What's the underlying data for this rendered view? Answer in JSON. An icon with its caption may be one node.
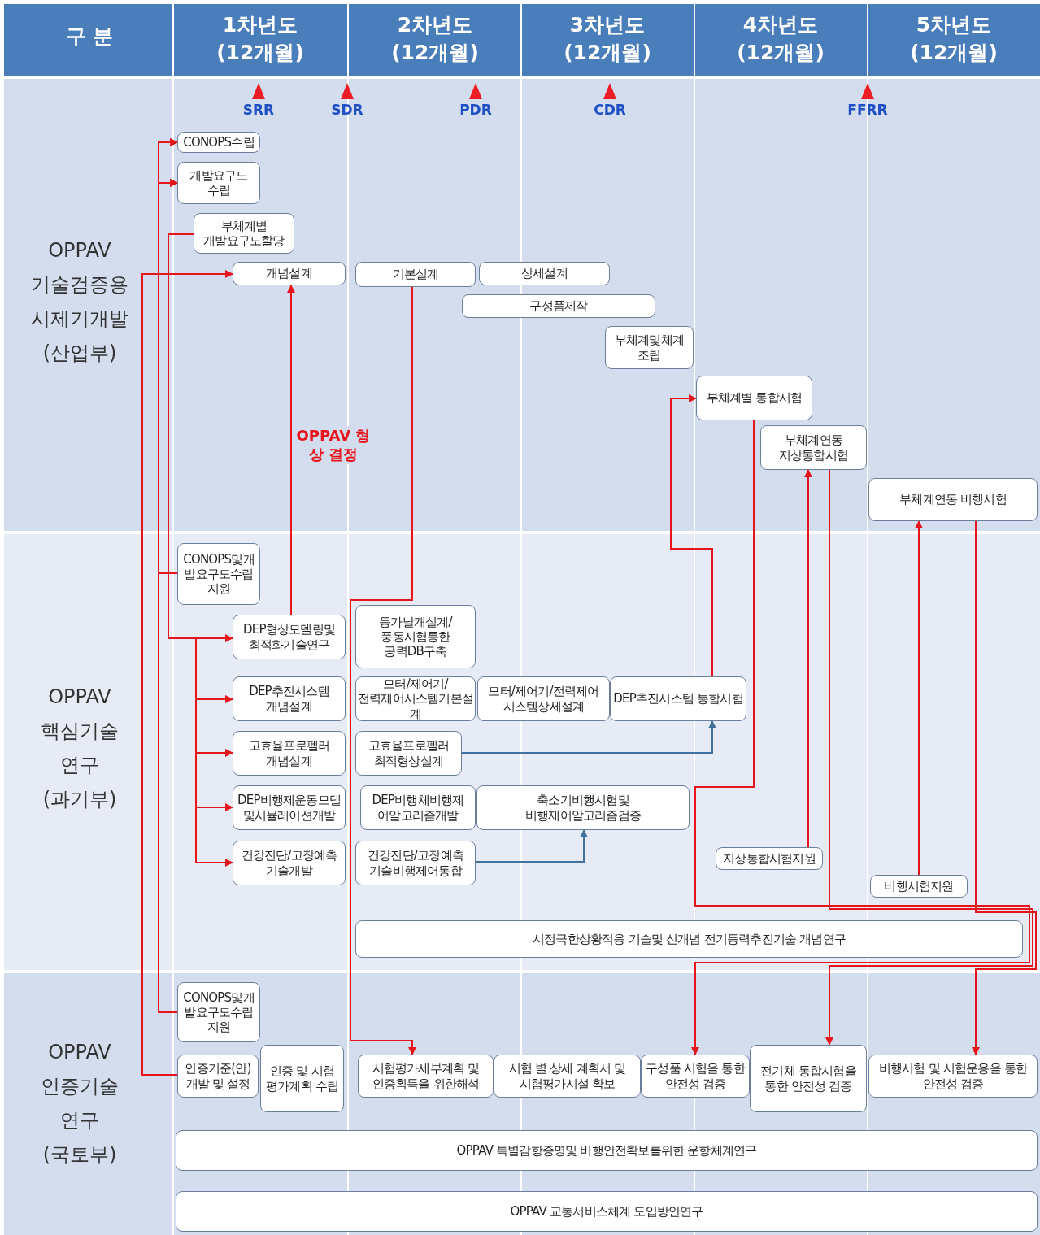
{
  "diagram": {
    "nodes": [
      {
        "text": [
          "CONOPS수립"
        ]
      },
      {
        "text": [
          "개발요구도 수립"
        ]
      },
      {
        "text": [
          "부체계별 개발요구도할당"
        ]
      },
      {
        "text": [
          "개념설계"
        ]
      },
      {
        "text": [
          "기본설계"
        ]
      },
      {
        "text": [
          "상세설계"
        ]
      },
      {
        "text": [
          "구성품제작"
        ]
      },
      {
        "text": [
          "부체계및체계 조립"
        ]
      },
      {
        "text": [
          "부체계별 통합시험"
        ]
      },
      {
        "text": [
          "부체계연동 지상통합시험"
        ]
      },
      {
        "text": [
          "부체계연동 비행시험"
        ]
      },
      {
        "text": [
          "CONOPS및개발요구도수립지원"
        ]
      },
      {
        "text": [
          "DEP형상모델링및 최적화기술연구"
        ]
      },
      {
        "text": [
          "등가날개설계/ 풍동시험통한 공력DB구축"
        ]
      },
      {
        "text": [
          "DEP추진시스템 개념설계"
        ]
      },
      {
        "text": [
          "모터/제어기/전력제어시스템기본설계"
        ]
      },
      {
        "text": [
          "모터/제어기/전력제어 시스템상세설계"
        ]
      },
      {
        "text": [
          "DEP추진시스템 통합시험"
        ]
      },
      {
        "text": [
          "고효율프로펠러 개념설계"
        ]
      },
      {
        "text": [
          "고효율프로펠러 최적형상설계"
        ]
      },
      {
        "text": [
          "DEP비행제운동모델 및시뮬레이션개발"
        ]
      },
      {
        "text": [
          "DEP비행체비행제 어알고리즘개발"
        ]
      },
      {
        "text": [
          "축소기비행시험및 비행제어알고리즘검증"
        ]
      },
      {
        "text": [
          "건강진단/고장예측 기술개발"
        ]
      },
      {
        "text": [
          "건강진단/고장예측 기술비행제어통합"
        ]
      },
      {
        "text": [
          "지상통합시험지원"
        ]
      },
      {
        "text": [
          "비행시험지원"
        ]
      },
      {
        "text": [
          "시정극한상황적응 기술및 신개념 전기동력추진기술 개념연구"
        ]
      },
      {
        "text": [
          "CONOPS및개발요구도수립지원"
        ]
      },
      {
        "text": [
          "인증기준(안) 개발 및 설정"
        ]
      },
      {
        "text": [
          "인증 및 시험 평가계획 수립"
        ]
      },
      {
        "text": [
          "시험평가세부계획 및 인증획득을 위한해석"
        ]
      },
      {
        "text": [
          "시험 별 상세 계획서 및 시험평가시설 확보"
        ]
      },
      {
        "text": [
          "구성품 시험을 통한 안전성 검증"
        ]
      },
      {
        "text": [
          "전기체 통합시험을 통한 안전성 검증"
        ]
      },
      {
        "text": [
          "비행시험 및 시험운용을 통한 안전성 검증"
        ]
      },
      {
        "text": [
          "OPPAV 특별감항증명및 비행안전확보를위한 운항체계연구"
        ]
      },
      {
        "text": [
          "OPPAV 교통서비스체계 도입방안연구"
        ]
      }
    ],
    "edges": [
      {
        "from": 11,
        "to": 0,
        "arrow": "to"
      },
      {
        "from": 11,
        "to": 1,
        "arrow": "to"
      },
      {
        "from": 28,
        "to": 0,
        "arrow": "to"
      },
      {
        "from": 28,
        "to": 1,
        "arrow": "to"
      },
      {
        "from": 2,
        "to": 12,
        "arrow": "to"
      },
      {
        "from": 2,
        "to": 14,
        "arrow": "to"
      },
      {
        "from": 2,
        "to": 18,
        "arrow": "to"
      },
      {
        "from": 2,
        "to": 20,
        "arrow": "to"
      },
      {
        "from": 2,
        "to": 23,
        "arrow": "to"
      },
      {
        "from": 29,
        "to": 3,
        "arrow": "to"
      },
      {
        "from": 12,
        "to": 3,
        "arrow": "to",
        "label": "OPPAV 형상 결정"
      },
      {
        "from": 4,
        "to": 31,
        "arrow": "to"
      },
      {
        "from": 17,
        "to": 8,
        "arrow": "to"
      },
      {
        "from": 8,
        "to": 33,
        "arrow": "to"
      },
      {
        "from": 25,
        "to": 9,
        "arrow": "to"
      },
      {
        "from": 9,
        "to": 34,
        "arrow": "to"
      },
      {
        "from": 26,
        "to": 10,
        "arrow": "to"
      },
      {
        "from": 10,
        "to": 35,
        "arrow": "to"
      },
      {
        "from": 19,
        "to": 17,
        "arrow": "to",
        "color": "#41719c"
      },
      {
        "from": 24,
        "to": 22,
        "arrow": "to",
        "color": "#41719c"
      }
    ],
    "labels": [
      "구 분",
      "1차년도 (12개월)",
      "2차년도 (12개월)",
      "3차년도 (12개월)",
      "4차년도 (12개월)",
      "5차년도 (12개월)",
      "SRR",
      "SDR",
      "PDR",
      "CDR",
      "FFRR",
      "OPPAV 기술검증용 시제기개발 (산업부)",
      "OPPAV 핵심기술 연구 (과기부)",
      "OPPAV 인증기술 연구 (국토부)"
    ]
  }
}
